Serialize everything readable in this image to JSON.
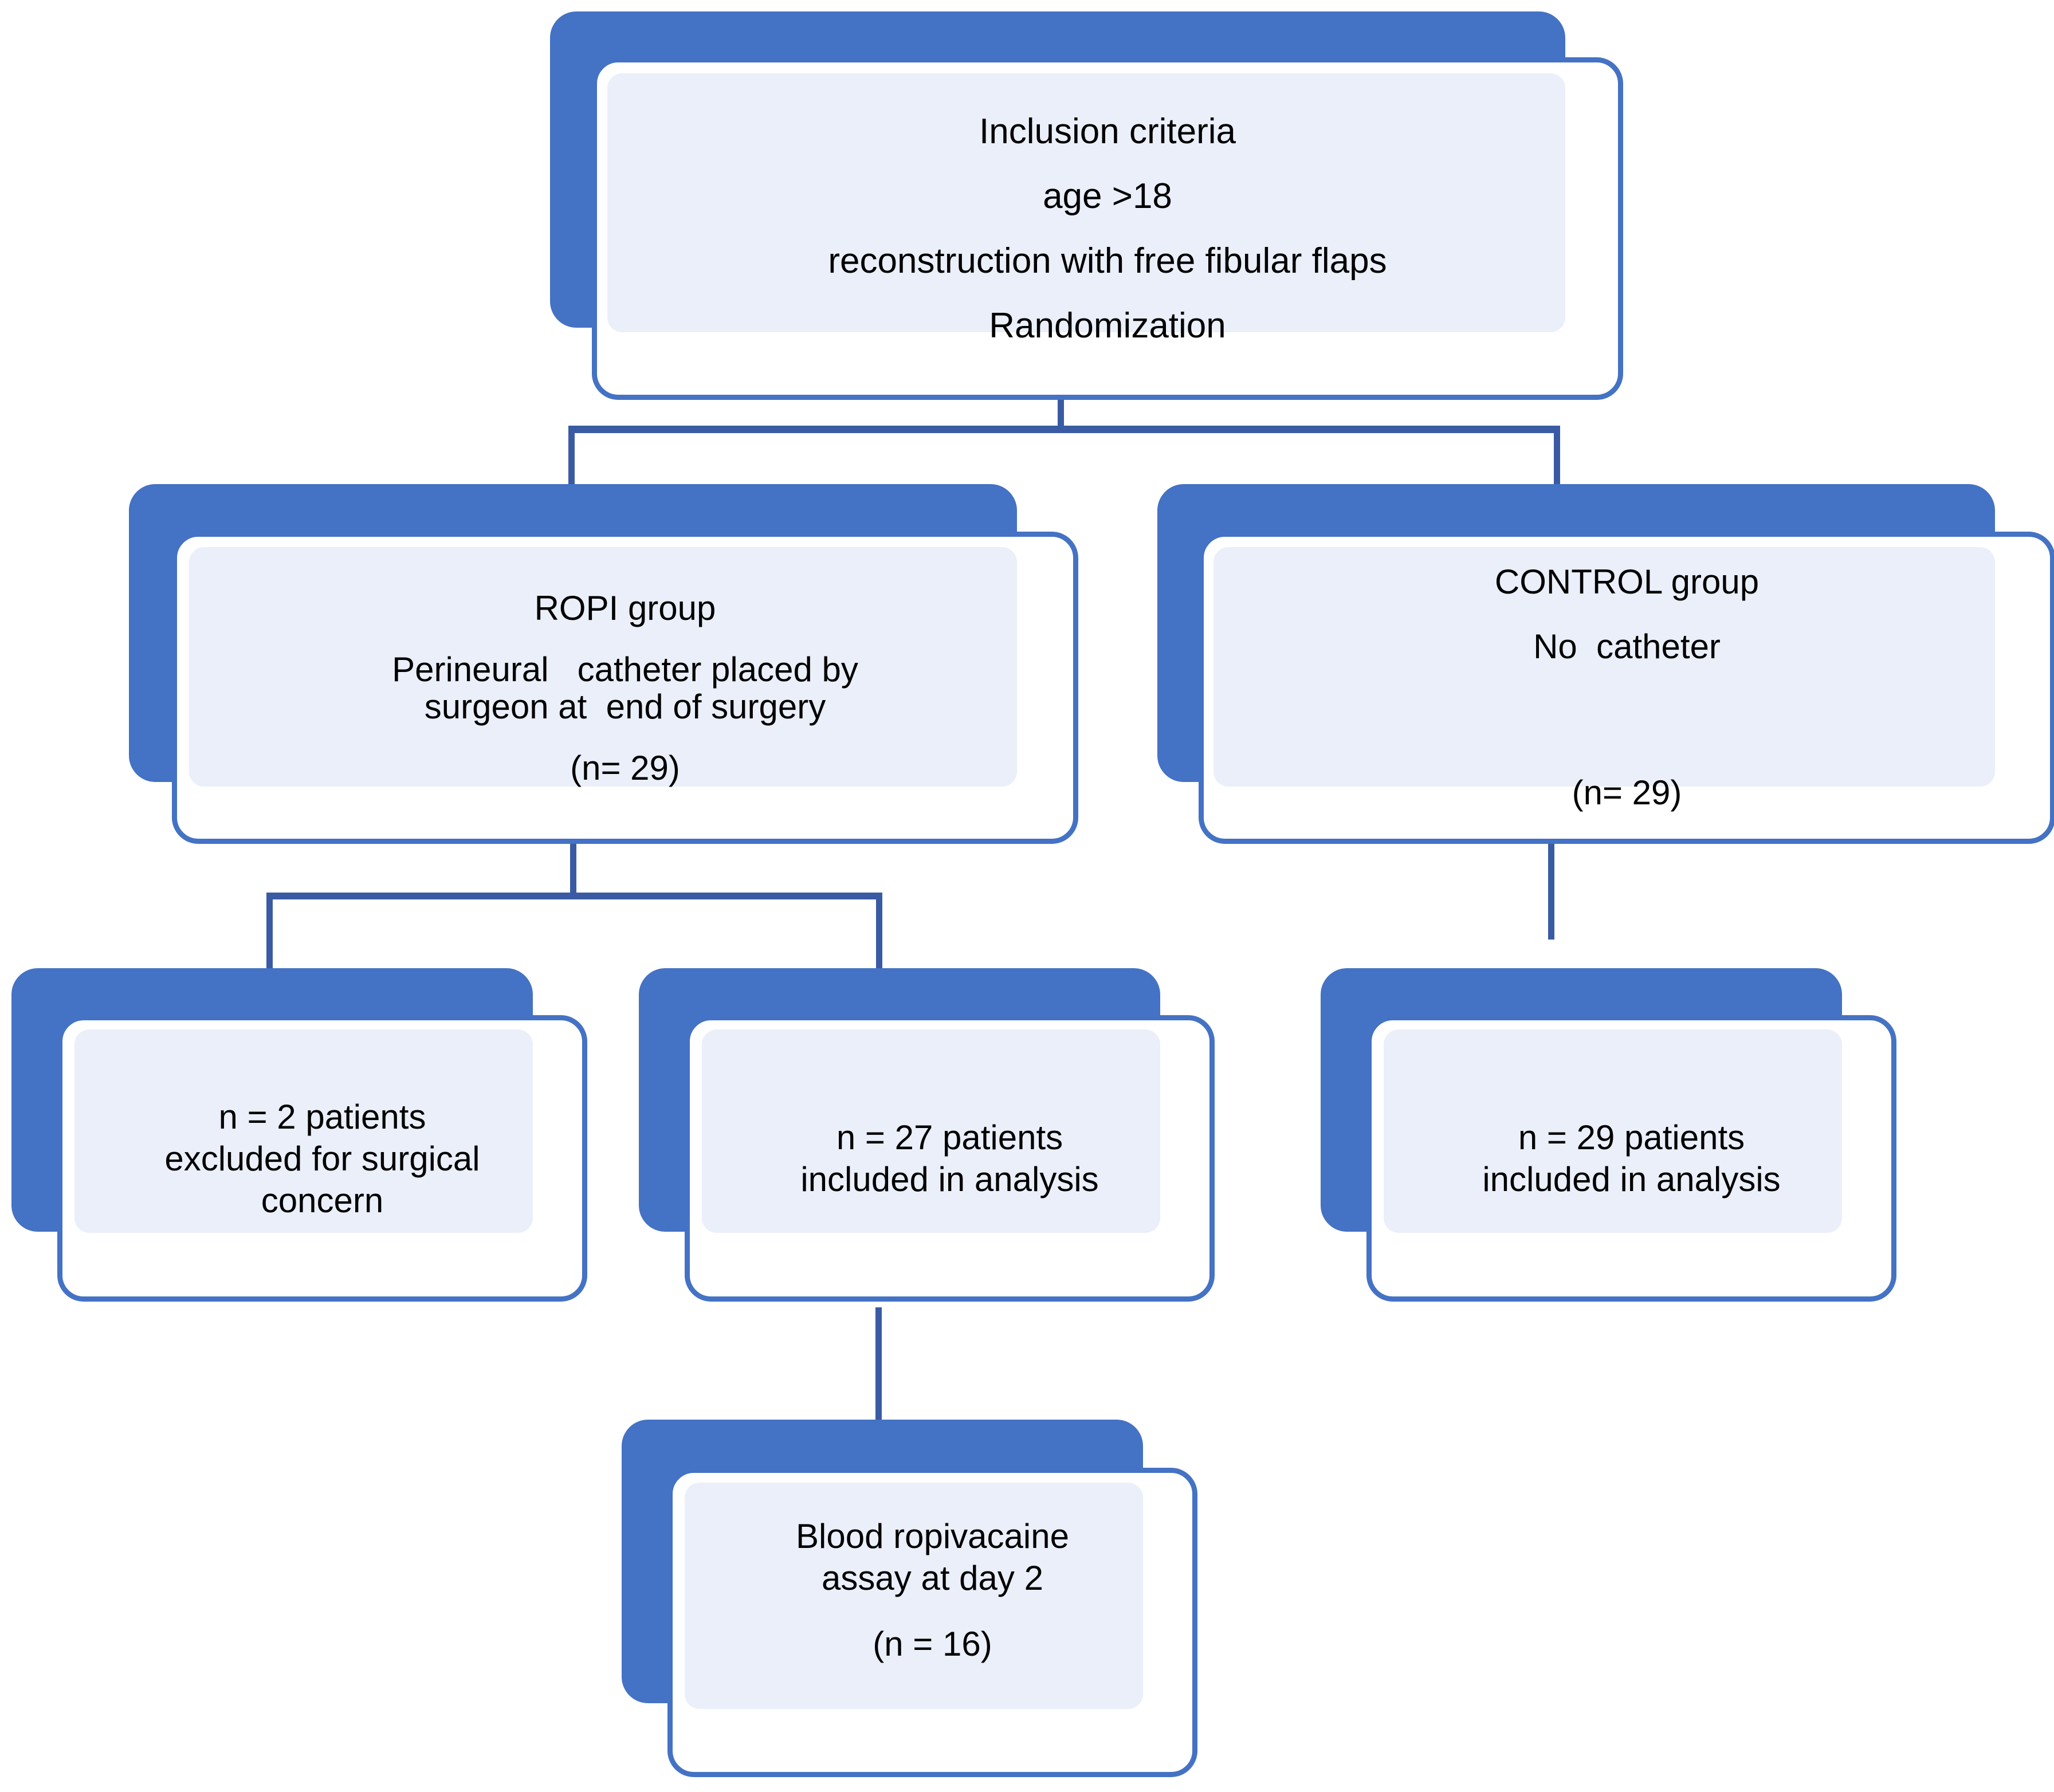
{
  "diagram": {
    "title": "CONSORT participant flow diagram",
    "colors": {
      "shadow_blue": "#4472c4",
      "card_border_blue": "#4472c4",
      "inner_fill": "#eaeff9",
      "connector_blue": "#3a5ba3",
      "text": "#000000",
      "background": "#ffffff"
    },
    "nodes": {
      "inclusion": {
        "id": "inclusion-criteria",
        "lines": [
          "Inclusion criteria",
          "age >18",
          "reconstruction with free fibular flaps",
          "Randomization"
        ]
      },
      "ropi_group": {
        "id": "ropi-group",
        "lines": [
          "ROPI group",
          "Perineural   catheter placed by",
          "surgeon at  end of surgery",
          "(n= 29)"
        ]
      },
      "control_group": {
        "id": "control-group",
        "lines": [
          "CONTROL group",
          "No  catheter",
          "(n= 29)"
        ]
      },
      "excluded": {
        "id": "ropi-excluded",
        "lines": [
          "n = 2 patients",
          "excluded for surgical",
          "concern"
        ]
      },
      "ropi_analyzed": {
        "id": "ropi-analyzed",
        "lines": [
          "n = 27 patients",
          "included in analysis"
        ]
      },
      "control_analyzed": {
        "id": "control-analyzed",
        "lines": [
          "n = 29 patients",
          "included in analysis"
        ]
      },
      "assay": {
        "id": "blood-ropivacaine-assay",
        "lines": [
          "Blood ropivacaine",
          "assay at day 2",
          "(n = 16)"
        ]
      }
    },
    "counts": {
      "randomized_ropi": 29,
      "randomized_control": 29,
      "excluded_surgical_concern": 2,
      "analyzed_ropi": 27,
      "analyzed_control": 29,
      "assay_day2": 16
    }
  }
}
